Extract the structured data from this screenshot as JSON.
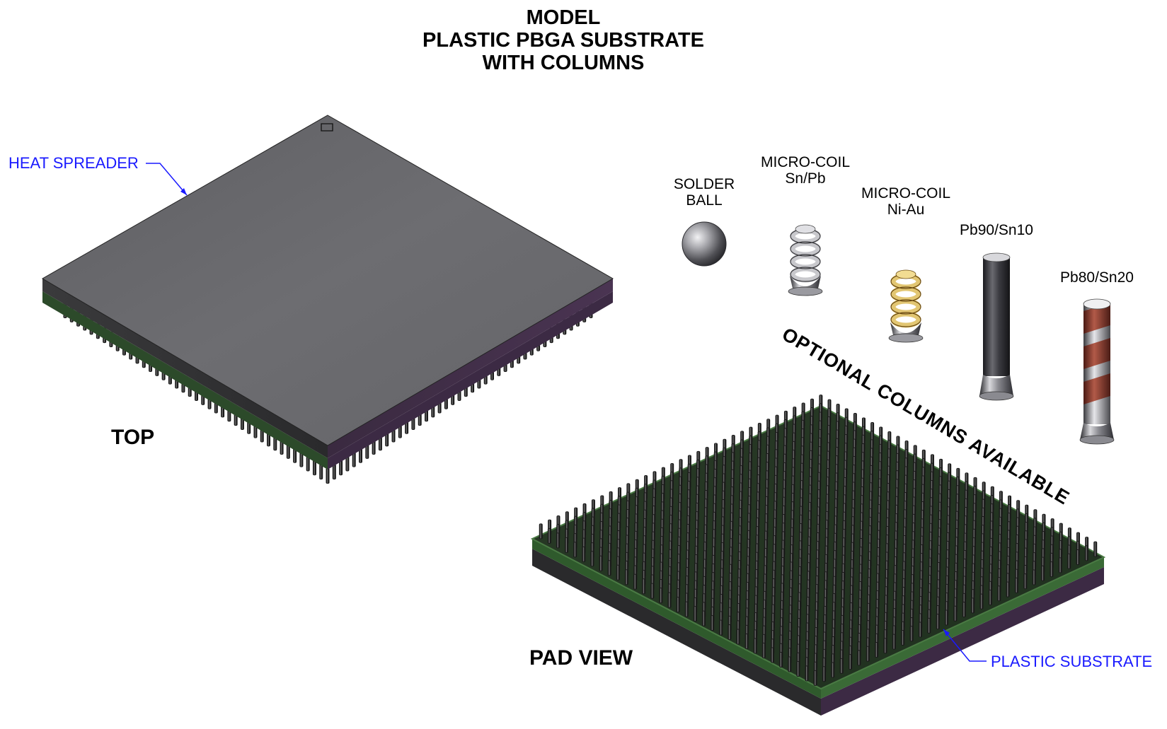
{
  "title": {
    "line1": "MODEL",
    "line2": "PLASTIC PBGA SUBSTRATE",
    "line3": "WITH COLUMNS"
  },
  "callouts": {
    "heat_spreader": "HEAT SPREADER",
    "plastic_substrate": "PLASTIC SUBSTRATE"
  },
  "views": {
    "top": "TOP",
    "pad": "PAD VIEW"
  },
  "options": {
    "solder_ball": [
      "SOLDER",
      "BALL"
    ],
    "micro_coil_snpb": [
      "MICRO-COIL",
      "Sn/Pb"
    ],
    "micro_coil_niau": [
      "MICRO-COIL",
      "Ni-Au"
    ],
    "pb90": "Pb90/Sn10",
    "pb80": "Pb80/Sn20"
  },
  "banner": "OPTIONAL COLUMNS AVAILABLE",
  "colors": {
    "callout": "#1a1aff",
    "heat_spreader": "#6a6a6d",
    "substrate_green": "#2c4a2a",
    "substrate_purple": "#3c2a44",
    "gold": "#d8b55a",
    "copper": "#8a3a2e"
  }
}
